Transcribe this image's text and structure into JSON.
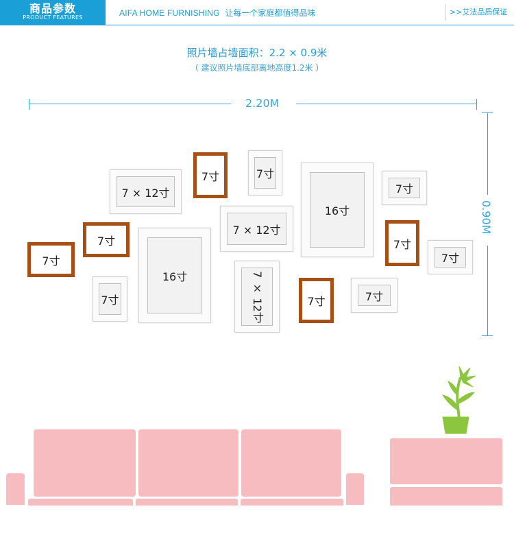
{
  "header": {
    "badge_title": "商品参数",
    "badge_subtitle": "PRODUCT FEATURES",
    "brand_en": "AIFA HOME FURNISHING",
    "brand_slogan": "让每一个家庭都值得品味",
    "guarantee": ">>艾法品质保证"
  },
  "heading": {
    "area": "照片墙占墙面积：2.2 × 0.9米",
    "note": "（ 建议照片墙底部离地高度1.2米 ）"
  },
  "dimensions": {
    "width": "2.20M",
    "height": "0.90M"
  },
  "frames": {
    "f1": "7 × 12寸",
    "f2": "7寸",
    "f3": "7寸",
    "f4": "16寸",
    "f5": "7寸",
    "f6": "7 × 12寸",
    "f7": "7寸",
    "f8": "7寸",
    "f9": "7寸",
    "f10": "16寸",
    "f11": "7寸",
    "f12": "7 × 12寸",
    "f13": "7寸",
    "f14": "7寸",
    "f15": "7寸"
  },
  "colors": {
    "accent": "#1a9fd6",
    "wood": "#a65016",
    "sofa": "#f6bcbf",
    "plant": "#8cc63f"
  }
}
